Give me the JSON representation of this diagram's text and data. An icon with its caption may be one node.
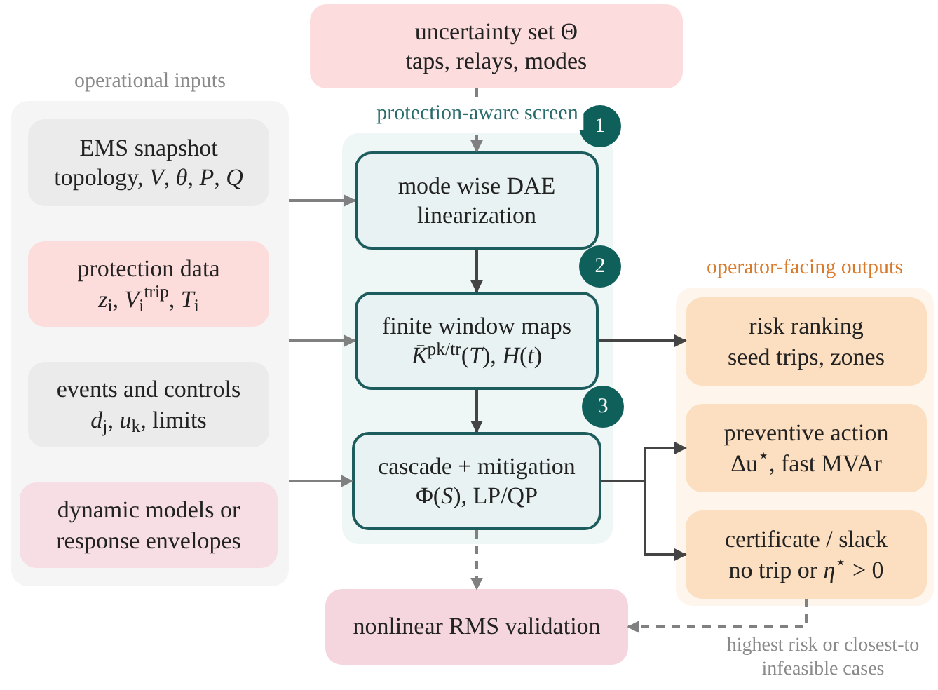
{
  "diagram": {
    "nodes": [
      {
        "text": [
          "uncertainty set Θ",
          "taps, relays, modes"
        ]
      },
      {
        "text": [
          "operational inputs"
        ]
      },
      {
        "text": [
          "EMS snapshot",
          "topology, *V*, *θ*, *P*, *Q*"
        ],
        "in": 1
      },
      {
        "text": [
          "protection data",
          "*z*$_{i}$, *V*$_{i}$$^{trip}$, *T*$_{i}$"
        ],
        "in": 1
      },
      {
        "text": [
          "events and controls",
          "*d*$_{j}$, *u*$_{k}$, limits"
        ],
        "in": 1
      },
      {
        "text": [
          "dynamic models or response envelopes"
        ],
        "in": 1
      },
      {
        "text": [
          "protection-aware screen"
        ]
      },
      {
        "text": [
          "mode wise DAE linearization"
        ],
        "in": 6,
        "beside": [
          "1"
        ]
      },
      {
        "text": [
          "finite window maps",
          "*K̄*$^{pk/tr}$(*T*), *H*(*t*)"
        ],
        "in": 6,
        "beside": [
          "2"
        ]
      },
      {
        "text": [
          "cascade + mitigation",
          "Φ(*S*), LP/QP"
        ],
        "in": 6,
        "beside": [
          "3"
        ]
      },
      {
        "text": [
          "operator-facing outputs"
        ]
      },
      {
        "text": [
          "risk ranking",
          "seed trips, zones"
        ],
        "in": 10
      },
      {
        "text": [
          "preventive action",
          "Δu$^{⋆}$, fast MVAr"
        ],
        "in": 10
      },
      {
        "text": [
          "certificate / slack",
          "no trip or *η*$^{⋆}$ > 0"
        ],
        "in": 10
      },
      {
        "text": [
          "nonlinear RMS validation"
        ]
      }
    ],
    "edges": [
      {
        "from": 0,
        "to": 7,
        "arrow": "to",
        "style": "dashed"
      },
      {
        "from": 1,
        "to": 7,
        "arrow": "to"
      },
      {
        "from": 1,
        "to": 8,
        "arrow": "to"
      },
      {
        "from": 1,
        "to": 9,
        "arrow": "to"
      },
      {
        "from": 7,
        "to": 8,
        "arrow": "to",
        "color": "#444444"
      },
      {
        "from": 8,
        "to": 9,
        "arrow": "to",
        "color": "#444444"
      },
      {
        "from": 8,
        "to": 11,
        "arrow": "to",
        "color": "#444444"
      },
      {
        "from": 9,
        "to": 12,
        "arrow": "to",
        "color": "#444444"
      },
      {
        "from": 9,
        "to": 13,
        "arrow": "to",
        "color": "#444444"
      },
      {
        "from": 9,
        "to": 14,
        "arrow": "to",
        "style": "dashed"
      },
      {
        "from": 13,
        "to": 14,
        "arrow": "to",
        "style": "dashed",
        "label": "highest risk or closest-to infeasible cases"
      }
    ]
  }
}
